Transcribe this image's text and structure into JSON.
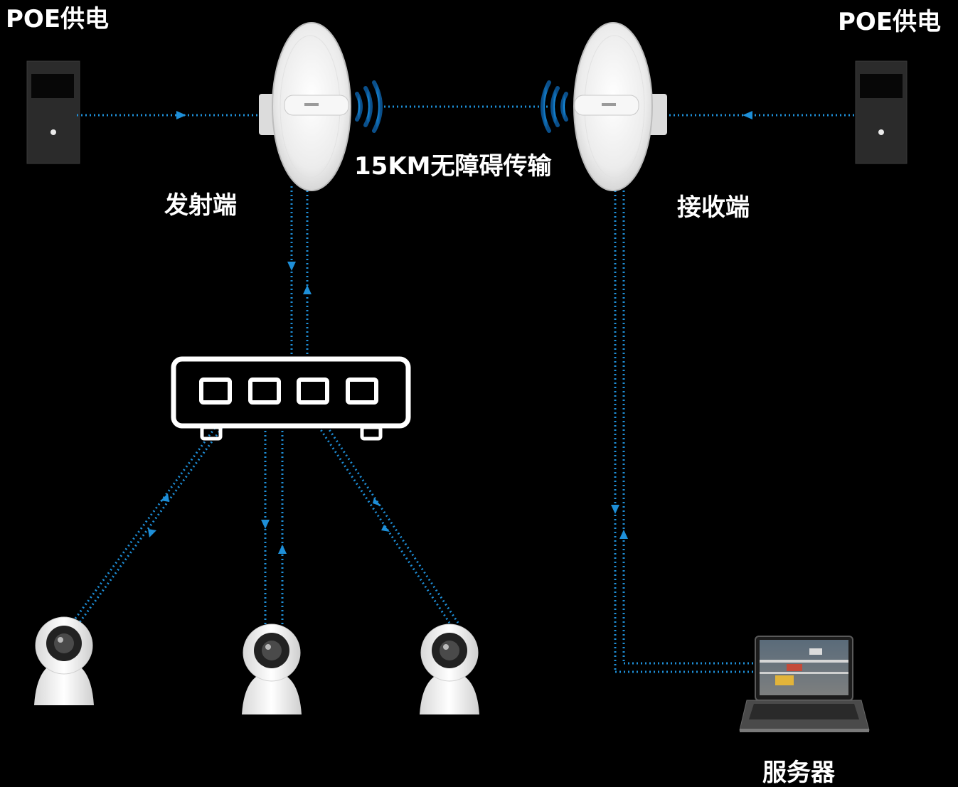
{
  "diagram": {
    "left_power_label": "POE供电",
    "right_power_label": "POE供电",
    "transmitter_label": "发射端",
    "receiver_label": "接收端",
    "link_label": "15KM无障碍传输",
    "server_label": "服务器"
  },
  "colors": {
    "background": "#000000",
    "link_line": "#1e8fd8",
    "text": "#ffffff",
    "device_dark": "#2a2a2a",
    "device_white": "#f2f2f2"
  },
  "icons": {
    "power_supply": "poe-injector-icon",
    "antenna": "dish-antenna-icon",
    "signal": "wireless-wave-icon",
    "switch": "network-switch-icon",
    "camera": "security-camera-icon",
    "laptop": "laptop-icon"
  }
}
